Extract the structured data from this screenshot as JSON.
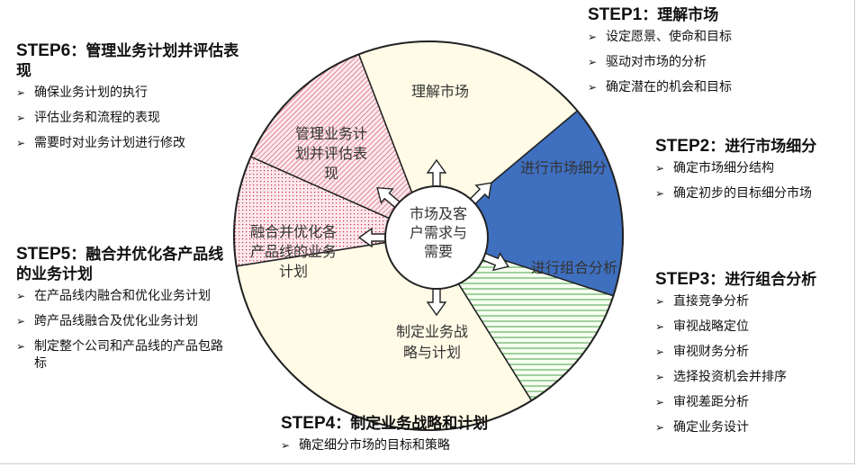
{
  "center": {
    "lines": [
      "市场及客",
      "户需求与",
      "需要"
    ]
  },
  "segments": [
    {
      "key": "understand",
      "lines": [
        "理解市场"
      ]
    },
    {
      "key": "segment",
      "lines": [
        "进行市场细分"
      ]
    },
    {
      "key": "portfolio",
      "lines": [
        "进行组合分析"
      ]
    },
    {
      "key": "strategy",
      "lines": [
        "制定业务战",
        "略与计划"
      ]
    },
    {
      "key": "integrate",
      "lines": [
        "融合并优化各",
        "产品线的业务",
        "计划"
      ]
    },
    {
      "key": "manage",
      "lines": [
        "管理业务计",
        "划并评估表",
        "现"
      ]
    }
  ],
  "steps": [
    {
      "key": "step1",
      "num": "STEP1",
      "sep": "：",
      "title": "理解市场",
      "items": [
        "设定愿景、使命和目标",
        "驱动对市场的分析",
        "确定潜在的机会和目标"
      ]
    },
    {
      "key": "step2",
      "num": "STEP2",
      "sep": "：",
      "title": "进行市场细分",
      "items": [
        "确定市场细分结构",
        "确定初步的目标细分市场"
      ]
    },
    {
      "key": "step3",
      "num": "STEP3",
      "sep": "：",
      "title": "进行组合分析",
      "items": [
        "直接竞争分析",
        "审视战略定位",
        "审视财务分析",
        "选择投资机会并排序",
        "审视差距分析",
        "确定业务设计"
      ]
    },
    {
      "key": "step4",
      "num": "STEP4",
      "sep": "：",
      "title": "制定业务战略和计划",
      "items": [
        "确定细分市场的目标和策略"
      ]
    },
    {
      "key": "step5",
      "num": "STEP5",
      "sep": "：",
      "title": "融合并优化各产品线的业务计划",
      "items": [
        "在产品线内融合和优化业务计划",
        "跨产品线融合及优化业务计划",
        "制定整个公司和产品线的产品包路标"
      ]
    },
    {
      "key": "step6",
      "num": "STEP6",
      "sep": "：",
      "title": "管理业务计划并评估表现",
      "items": [
        "确保业务计划的执行",
        "评估业务和流程的表现",
        "需要时对业务计划进行修改"
      ]
    }
  ],
  "bullet_glyph": "➢",
  "colors": {
    "understand": "#fffbe6",
    "segment": "#3f6fbf",
    "portfolio": "#f6fff0",
    "portfolio_hatch": "#4aa24a",
    "strategy": "#fffbe6",
    "integrate": "#fde8ec",
    "integrate_dots": "#c0304a",
    "manage": "#fde8ec",
    "manage_hatch": "#c0304a",
    "center": "#ffffff"
  }
}
